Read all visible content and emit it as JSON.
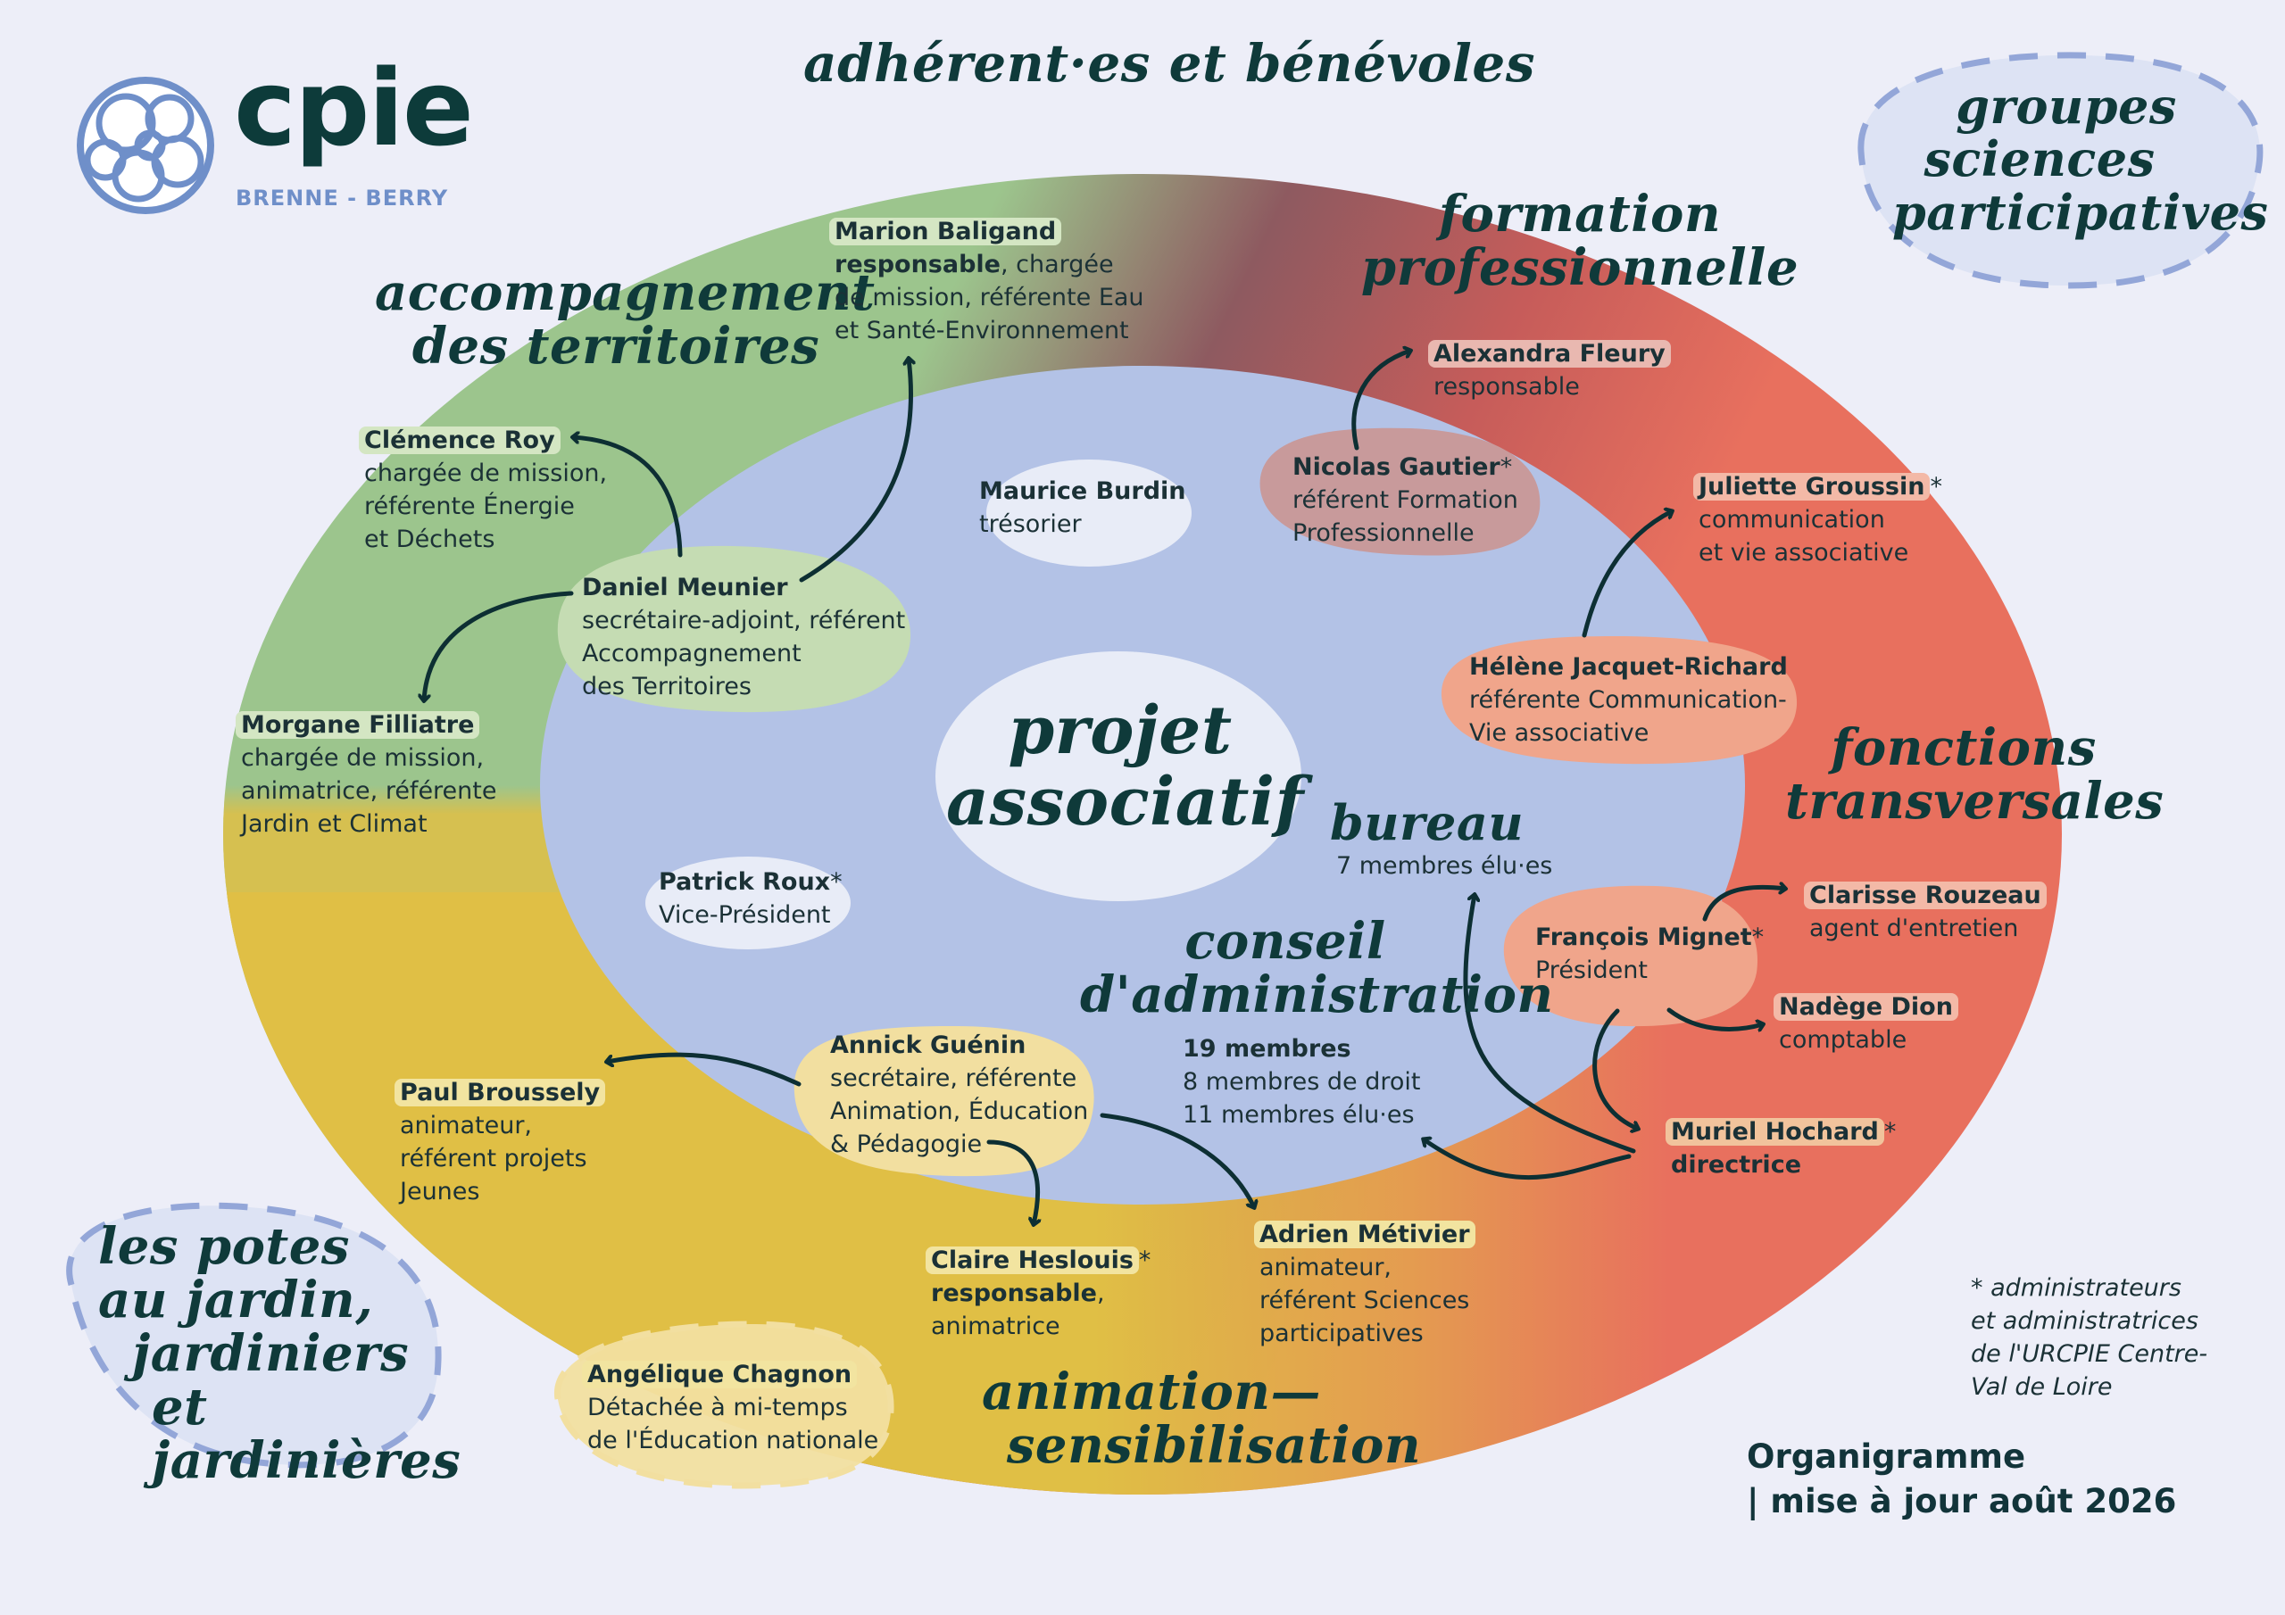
{
  "title": "adhérent·es et bénévoles",
  "logo": {
    "name": "cpie",
    "subtitle": "BRENNE - BERRY"
  },
  "colors": {
    "background": "#edeef8",
    "green": "#9cc58d",
    "red": "#e8705e",
    "dark_red": "#8e565e",
    "yellow": "#e0bf45",
    "inner_blue": "#b3c2e6",
    "ink": "#0f3a3a",
    "arrow": "#0d2f33"
  },
  "center": {
    "line1": "projet",
    "line2": "associatif"
  },
  "sections": {
    "accompagnement": {
      "line1": "accompagnement",
      "line2": "des territoires"
    },
    "formation": {
      "line1": "formation",
      "line2": "professionnelle"
    },
    "transversales": {
      "line1": "fonctions",
      "line2": "transversales"
    },
    "animation": {
      "line1": "animation—",
      "line2": "sensibilisation"
    },
    "bureau": {
      "title": "bureau",
      "subtitle": "7 membres élu·es"
    },
    "conseil": {
      "line1": "conseil",
      "line2": "d'administration",
      "total": "19 membres",
      "de_droit": "8 membres de droit",
      "elus": "11 membres élu·es"
    }
  },
  "groups": {
    "sciences": {
      "line1": "groupes",
      "line2": "sciences",
      "line3": "participatives"
    },
    "jardin": {
      "line1": "les potes",
      "line2": "au jardin,",
      "line3": "jardiniers",
      "line4": "et jardinières"
    }
  },
  "people": {
    "marion": {
      "name": "Marion Baligand",
      "role_bold": "responsable",
      "l1": ", chargée",
      "l2": "de mission, référente Eau",
      "l3": "et Santé-Environnement"
    },
    "clemence": {
      "name": "Clémence Roy",
      "l1": "chargée de mission,",
      "l2": "référente Énergie",
      "l3": "et Déchets"
    },
    "daniel": {
      "name": "Daniel Meunier",
      "l1": "secrétaire-adjoint, référent",
      "l2": "Accompagnement",
      "l3": "des Territoires"
    },
    "morgane": {
      "name": "Morgane Filliatre",
      "l1": "chargée de mission,",
      "l2": "animatrice, référente",
      "l3": "Jardin et Climat"
    },
    "maurice": {
      "name": "Maurice Burdin",
      "l1": "trésorier"
    },
    "patrick": {
      "name": "Patrick Roux",
      "star": "*",
      "l1": "Vice-Président"
    },
    "alexandra": {
      "name": "Alexandra Fleury",
      "l1": "responsable"
    },
    "nicolas": {
      "name": "Nicolas Gautier",
      "star": "*",
      "l1": "référent Formation",
      "l2": "Professionnelle"
    },
    "juliette": {
      "name": "Juliette Groussin",
      "star": "*",
      "l1": "communication",
      "l2": "et vie associative"
    },
    "helene": {
      "name": "Hélène Jacquet-Richard",
      "l1": "référente Communication-",
      "l2": "Vie associative"
    },
    "francois": {
      "name": "François Mignet",
      "star": "*",
      "l1": "Président"
    },
    "clarisse": {
      "name": "Clarisse Rouzeau",
      "l1": "agent d'entretien"
    },
    "nadege": {
      "name": "Nadège Dion",
      "l1": "comptable"
    },
    "muriel": {
      "name": "Muriel Hochard",
      "star": "*",
      "l1": "directrice"
    },
    "annick": {
      "name": "Annick Guénin",
      "l1": "secrétaire, référente",
      "l2": "Animation, Éducation",
      "l3": "& Pédagogie"
    },
    "paul": {
      "name": "Paul Broussely",
      "l1": "animateur,",
      "l2": "référent projets",
      "l3": "Jeunes"
    },
    "claire": {
      "name": "Claire Heslouis",
      "star": "*",
      "role_bold": "responsable",
      "l1": ",",
      "l2": "animatrice"
    },
    "adrien": {
      "name": "Adrien Métivier",
      "l1": "animateur,",
      "l2": "référent Sciences",
      "l3": "participatives"
    },
    "angelique": {
      "name": "Angélique Chagnon",
      "l1": "Détachée à mi-temps",
      "l2": "de l'Éducation nationale"
    }
  },
  "footnote": {
    "l1": "* administrateurs",
    "l2": "et administratrices",
    "l3": "de l'URCPIE Centre-",
    "l4": "Val de Loire"
  },
  "update": {
    "l1": "Organigramme",
    "l2": "| mise à jour août 2026"
  }
}
